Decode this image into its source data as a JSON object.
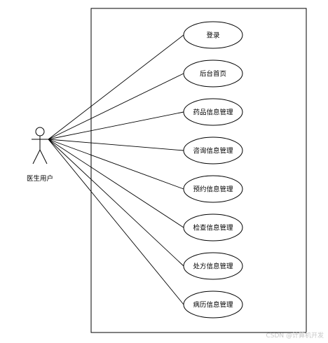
{
  "actor": {
    "label": "医生用户"
  },
  "use_cases": [
    "登录",
    "后台首页",
    "药品信息管理",
    "咨询信息管理",
    "预约信息管理",
    "检查信息管理",
    "处方信息管理",
    "病历信息管理"
  ],
  "watermark": "CSDN @计算机开发",
  "colors": {
    "stroke": "#000000",
    "fill": "#ffffff",
    "watermark": "#c8c8c8"
  }
}
